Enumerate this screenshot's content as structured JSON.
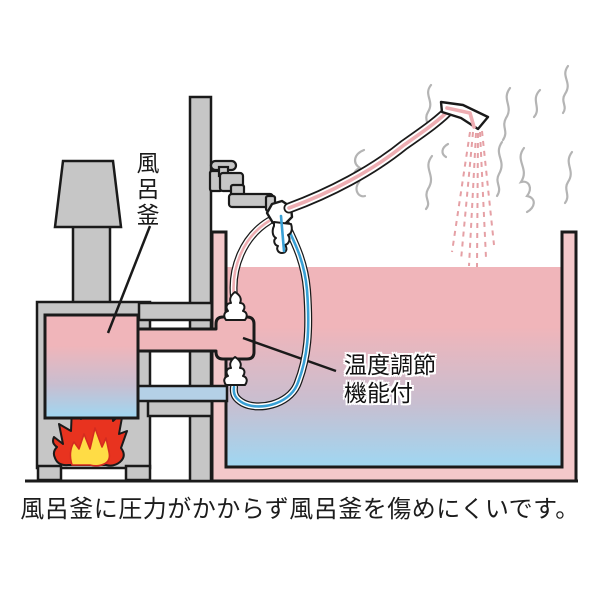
{
  "labels": {
    "boiler": "風呂釜",
    "temp_control": "温度調節\n機能付",
    "caption": "風呂釜に圧力がかからず風呂釜を傷めにくいです。"
  },
  "colors": {
    "outline": "#1a1a1a",
    "metal_gray": "#c6c6c6",
    "tub_pink": "#f3c8ca",
    "pipe_pink": "#efb6ba",
    "water_hot": "#f0b5ba",
    "water_mid": "#c8bed0",
    "water_cold": "#9fd7f2",
    "cold_pipe": "#b4d0e6",
    "hose_hot_core": "#eeadb2",
    "hose_cold_core": "#39a0d5",
    "fire_red": "#e8331f",
    "fire_yellow": "#ffdc45",
    "spray_pink": "#e5a0a5",
    "steam_gray": "#b4b4b4"
  }
}
